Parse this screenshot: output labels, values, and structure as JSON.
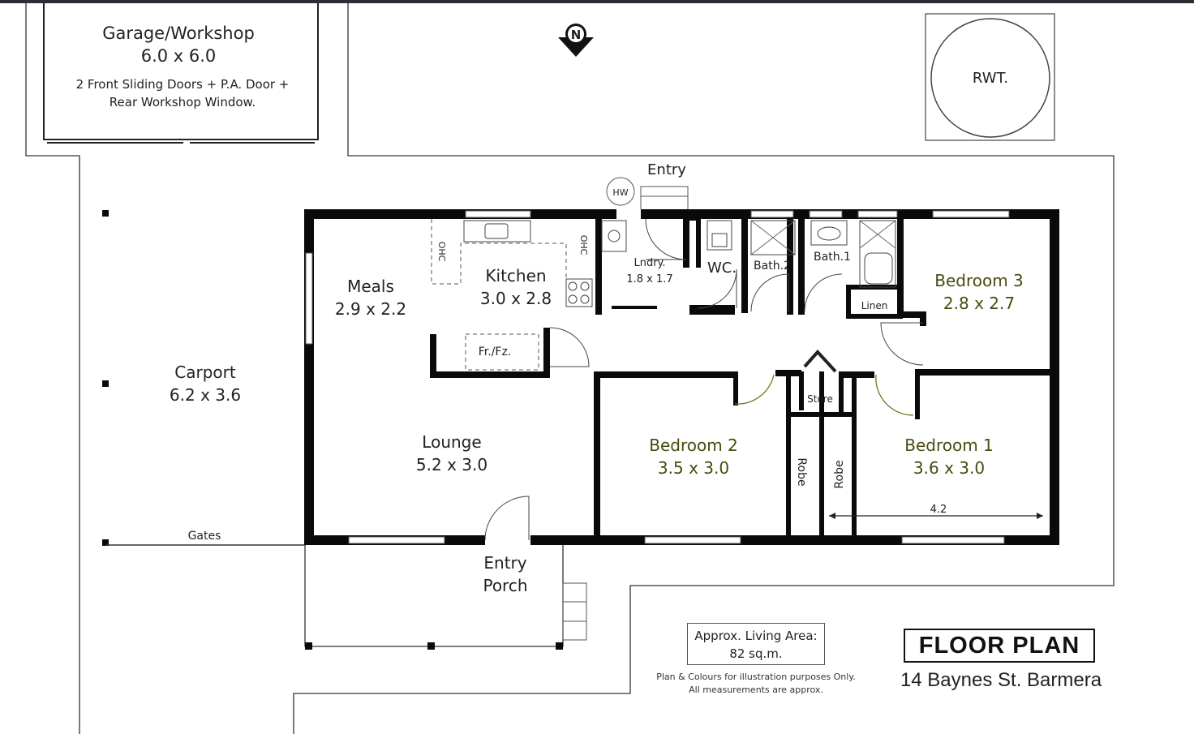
{
  "plan": {
    "title": "FLOOR PLAN",
    "address": "14 Baynes St. Barmera",
    "area_line1": "Approx. Living Area:",
    "area_line2": "82 sq.m.",
    "disclaimer_line1": "Plan & Colours for illustration purposes Only.",
    "disclaimer_line2": "All measurements are approx."
  },
  "garage": {
    "name": "Garage/Workshop",
    "size": "6.0 x 6.0",
    "note_line1": "2 Front Sliding  Doors + P.A. Door +",
    "note_line2": "Rear Workshop Window."
  },
  "compass": {
    "letter": "N"
  },
  "tank": {
    "label": "RWT."
  },
  "rooms": {
    "meals": {
      "name": "Meals",
      "size": "2.9 x 2.2"
    },
    "kitchen": {
      "name": "Kitchen",
      "size": "3.0 x 2.8"
    },
    "laundry": {
      "name": "Lndry.",
      "size": "1.8 x 1.7"
    },
    "wc": {
      "name": "WC."
    },
    "bath2": {
      "name": "Bath.2"
    },
    "bath1": {
      "name": "Bath.1"
    },
    "linen": {
      "name": "Linen"
    },
    "bedroom3": {
      "name": "Bedroom 3",
      "size": "2.8 x 2.7"
    },
    "bedroom2": {
      "name": "Bedroom 2",
      "size": "3.5 x 3.0"
    },
    "bedroom1": {
      "name": "Bedroom 1",
      "size": "3.6 x 3.0"
    },
    "store": {
      "name": "Store"
    },
    "robe_a": {
      "name": "Robe"
    },
    "robe_b": {
      "name": "Robe"
    },
    "lounge": {
      "name": "Lounge",
      "size": "5.2 x 3.0"
    },
    "carport": {
      "name": "Carport",
      "size": "6.2 x 3.6"
    },
    "entry_porch": {
      "name_line1": "Entry",
      "name_line2": "Porch"
    }
  },
  "fixtures": {
    "hw": "HW",
    "ohc_left": "OHC",
    "ohc_right": "OHC",
    "fridge": "Fr./Fz."
  },
  "labels": {
    "entry_top": "Entry",
    "gates": "Gates",
    "dimension": "4.2"
  },
  "colors": {
    "wall": "#0a0a0a",
    "bedroom_text": "#4a4a10",
    "topbar": "#2b2e35"
  }
}
